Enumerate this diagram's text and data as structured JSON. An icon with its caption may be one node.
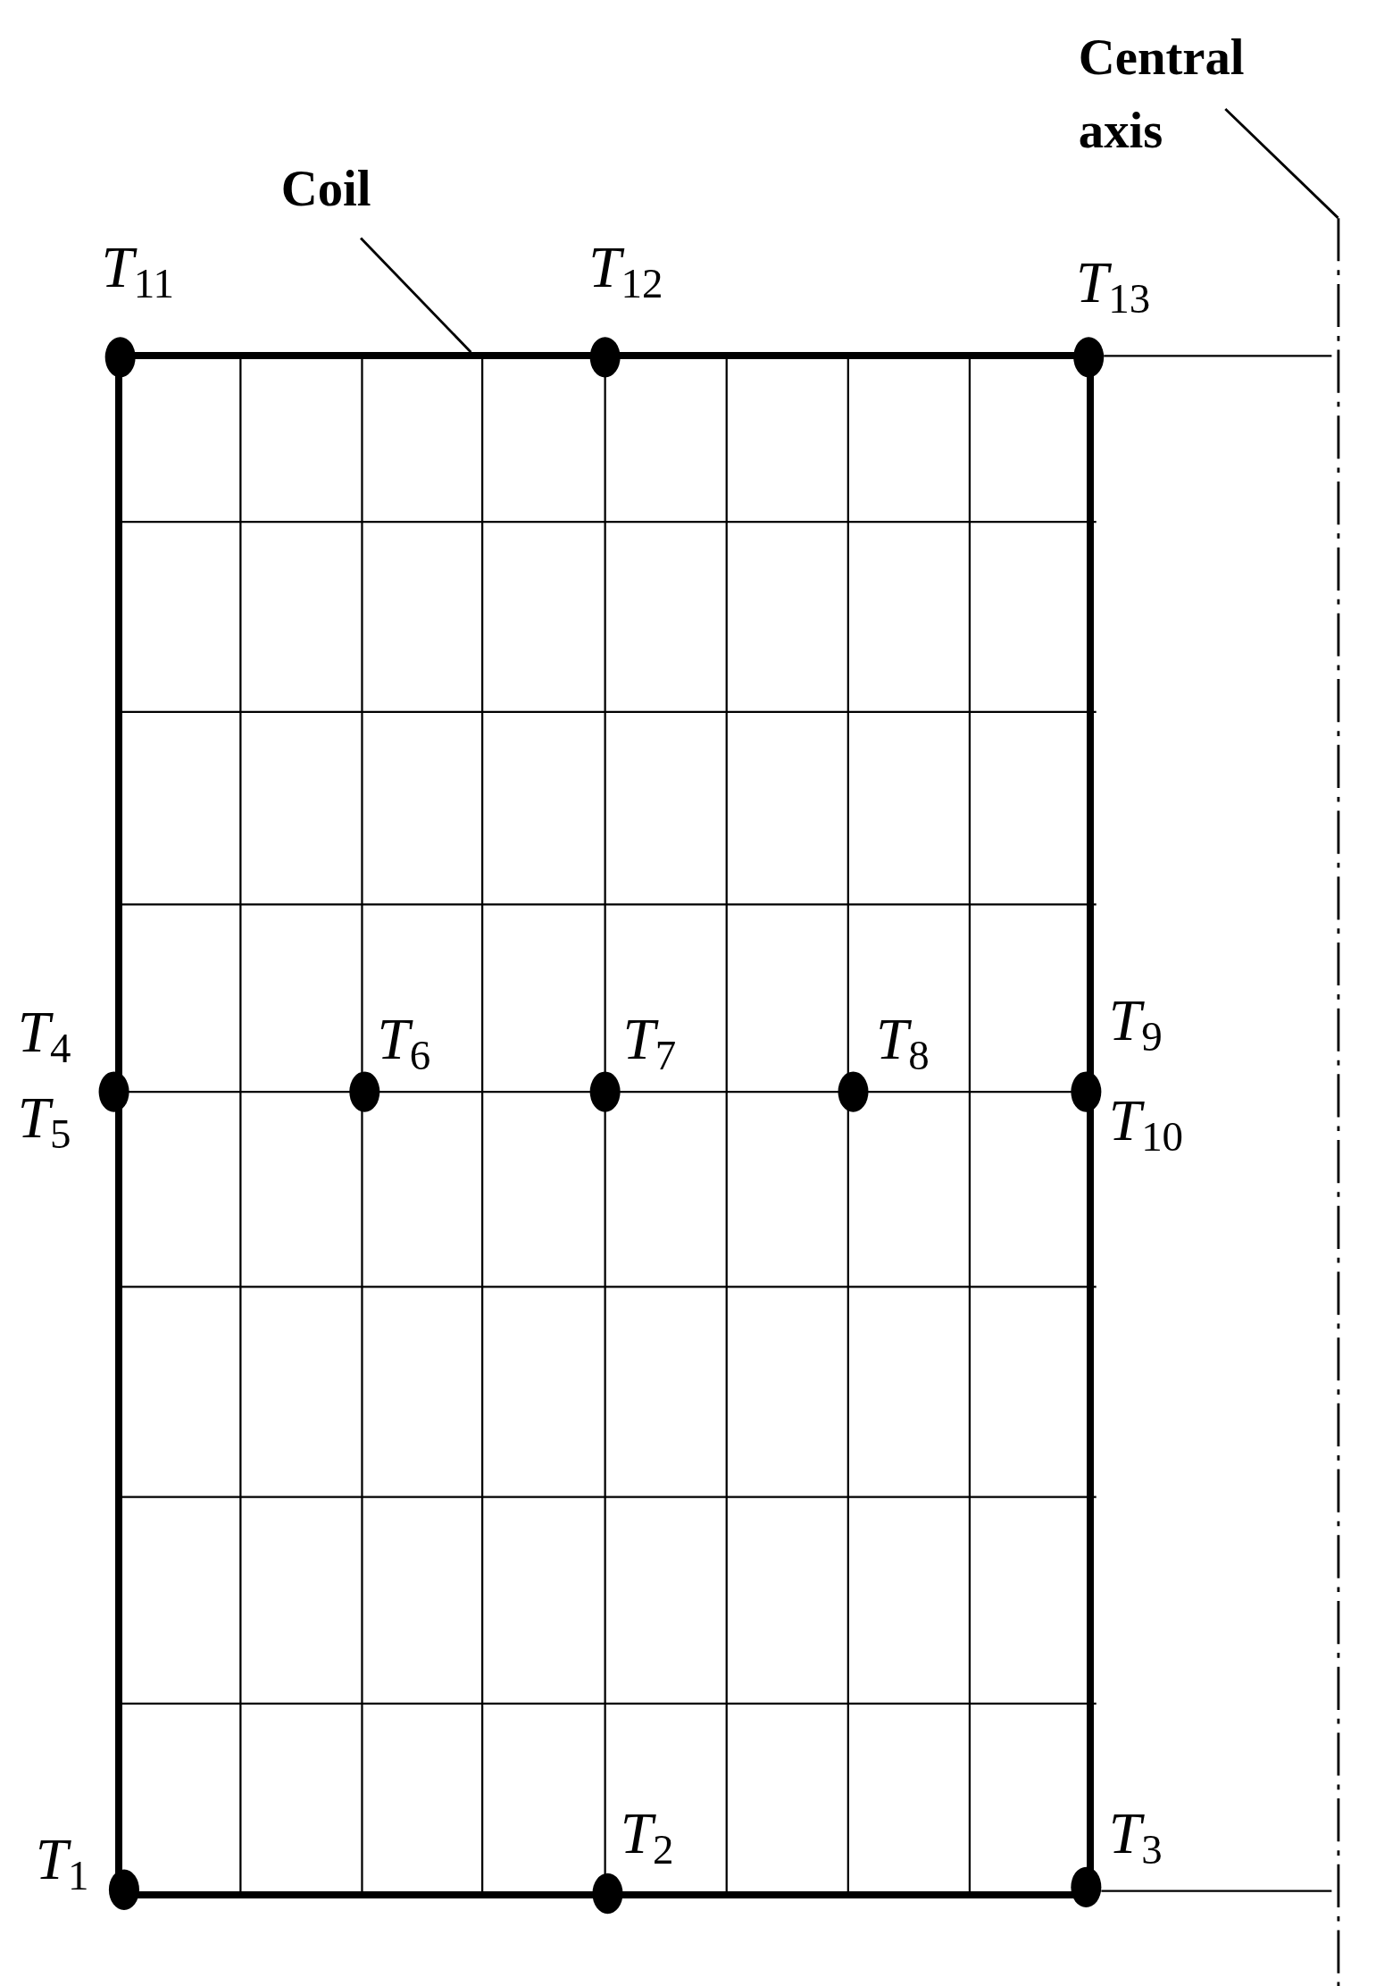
{
  "diagram": {
    "nodes": [
      {
        "text": [
          "Coil"
        ]
      },
      {
        "text": [],
        "shape": "box"
      },
      {
        "text": [
          "Central axis"
        ]
      },
      {
        "text": [],
        "shape": "line"
      },
      {
        "text": [],
        "shape": "circle"
      },
      {
        "text": [],
        "shape": "circle"
      }
    ],
    "edges": [
      {
        "from": 0,
        "to": 1,
        "arrow": "none"
      },
      {
        "from": 2,
        "to": 3,
        "arrow": "none"
      },
      {
        "from": 4,
        "to": 3,
        "arrow": "none"
      },
      {
        "from": 5,
        "to": 3,
        "arrow": "none"
      }
    ],
    "labels": [
      "*T*$_{11}$",
      "*T*$_{12}$",
      "*T*$_{13}$",
      "*T*$_{4}$",
      "*T*$_{6}$",
      "*T*$_{7}$",
      "*T*$_{8}$",
      "*T*$_{9}$",
      "*T*$_{5}$",
      "*T*$_{10}$",
      "*T*$_{1}$",
      "*T*$_{2}$",
      "*T*$_{3}$"
    ]
  }
}
